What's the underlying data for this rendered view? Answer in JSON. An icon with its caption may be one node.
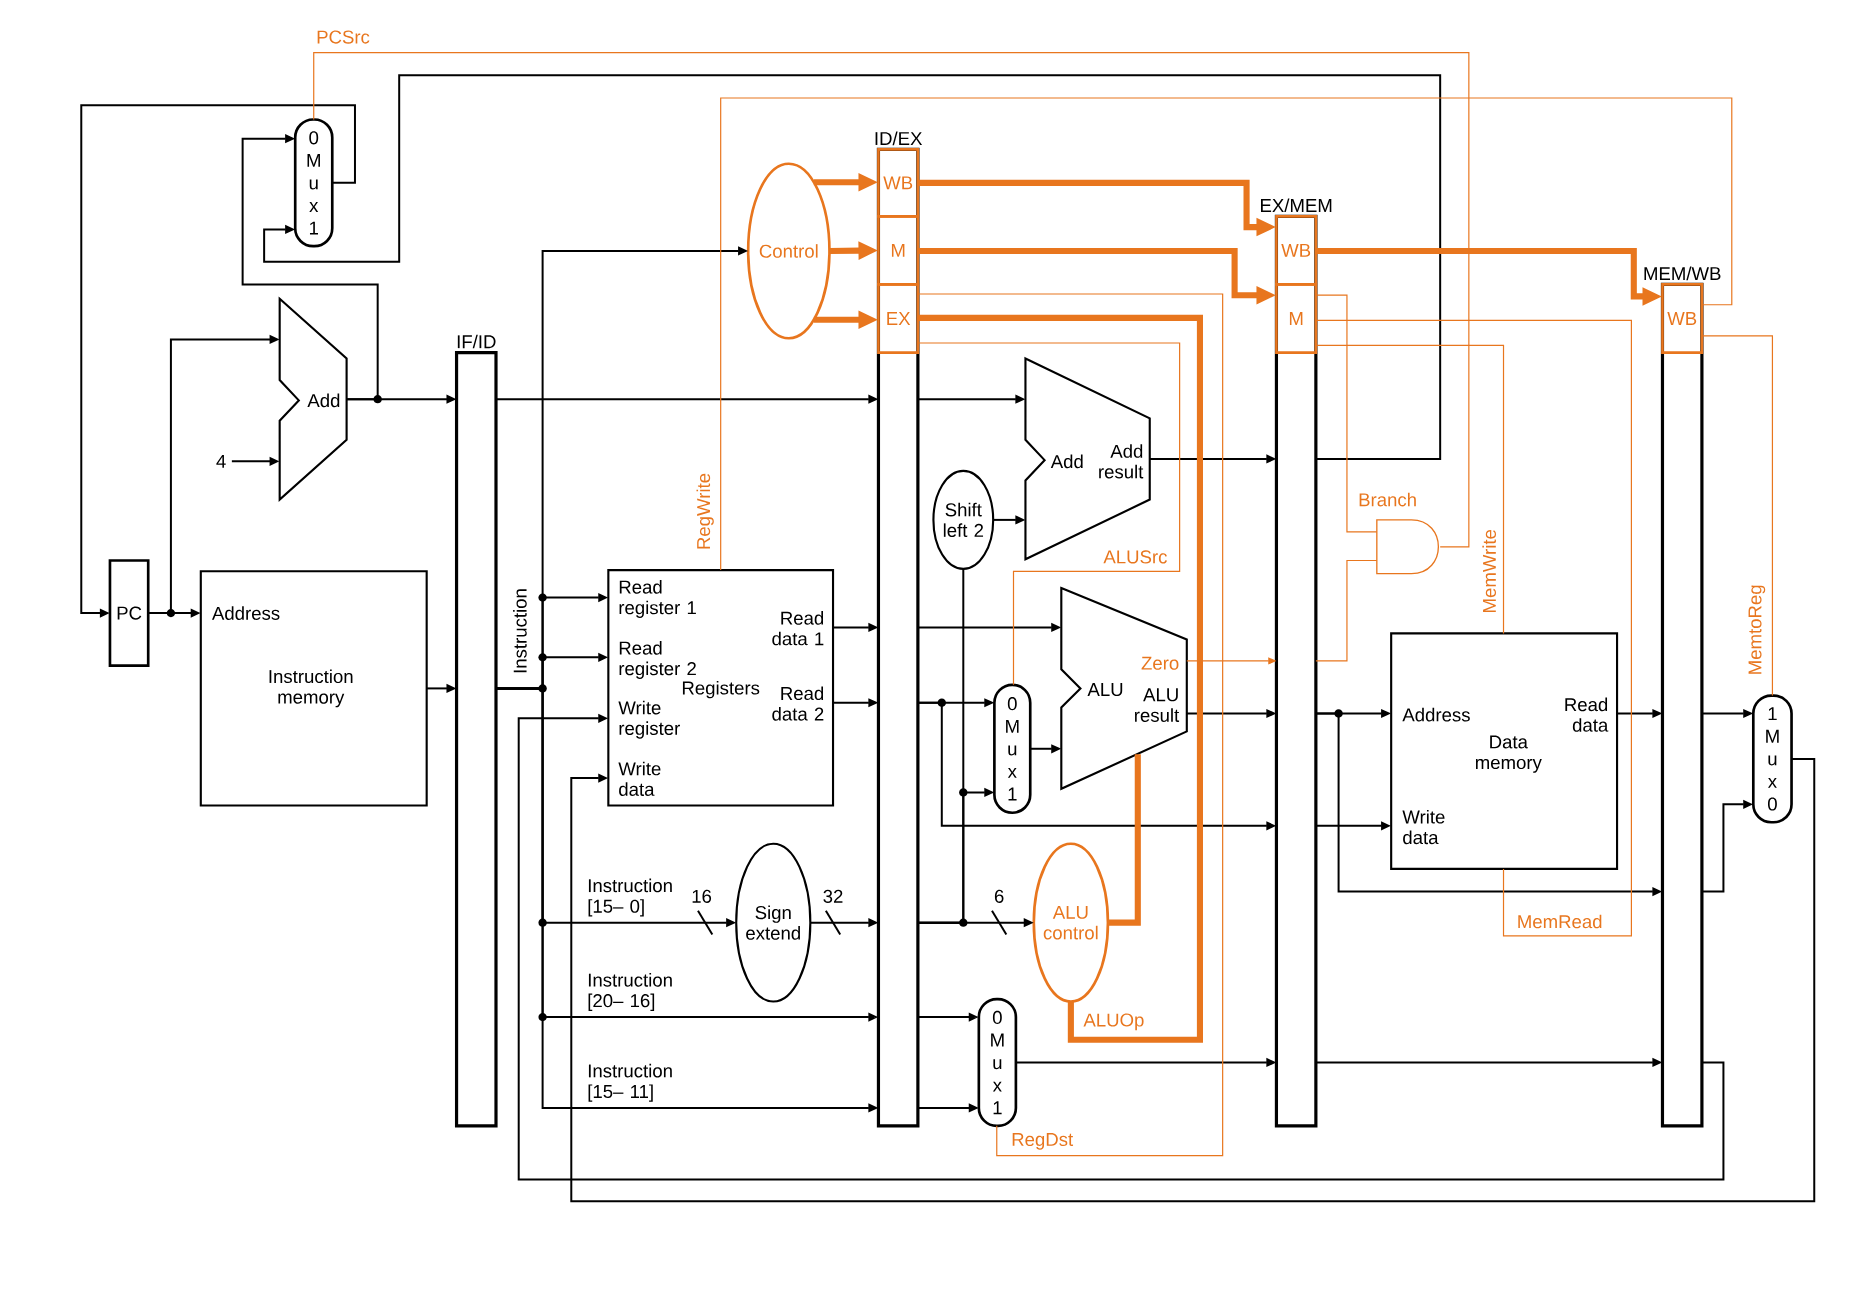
{
  "diagram": {
    "nodes": [
      {
        "text": [
          "PC"
        ]
      },
      {
        "text": [
          "Address",
          "Instruction memory"
        ]
      },
      {
        "text": [
          "Add"
        ]
      },
      {
        "text": [
          "0",
          "M",
          "u",
          "x",
          "1"
        ]
      },
      {
        "text": [
          "4"
        ]
      },
      {
        "text": [
          "IF/ID"
        ]
      },
      {
        "text": [
          "Control"
        ]
      },
      {
        "text": [
          "ID/EX"
        ]
      },
      {
        "text": [
          "WB"
        ],
        "in": 7
      },
      {
        "text": [
          "M"
        ],
        "in": 7
      },
      {
        "text": [
          "EX"
        ],
        "in": 7
      },
      {
        "text": [
          "Read register 1",
          "Read register 2",
          "Registers",
          "Write register",
          "Write data",
          "Read data 1",
          "Read data 2"
        ]
      },
      {
        "text": [
          "Sign extend"
        ]
      },
      {
        "text": [
          "Shift left 2"
        ]
      },
      {
        "text": [
          "Add",
          "Add result"
        ]
      },
      {
        "text": [
          "ALU",
          "Zero",
          "ALU result"
        ]
      },
      {
        "text": [
          "0",
          "M",
          "u",
          "x",
          "1"
        ]
      },
      {
        "text": [
          "ALU control"
        ]
      },
      {
        "text": [
          "0",
          "M",
          "u",
          "x",
          "1"
        ]
      },
      {
        "text": [
          "EX/MEM"
        ]
      },
      {
        "text": [
          "WB"
        ],
        "in": 19
      },
      {
        "text": [
          "M"
        ],
        "in": 19
      },
      {
        "text": [],
        "shape": "gate"
      },
      {
        "text": [
          "Address",
          "Data memory",
          "Read data",
          "Write data"
        ]
      },
      {
        "text": [
          "MEM/WB"
        ]
      },
      {
        "text": [
          "WB"
        ],
        "in": 24
      },
      {
        "text": [
          "1",
          "M",
          "u",
          "x",
          "0"
        ]
      }
    ],
    "edges": [
      {
        "from": 3,
        "to": 0,
        "arrow": "to"
      },
      {
        "from": 0,
        "to": 1,
        "arrow": "to"
      },
      {
        "from": 0,
        "to": 2,
        "arrow": "to"
      },
      {
        "from": 4,
        "to": 2,
        "arrow": "to"
      },
      {
        "from": 2,
        "to": 5,
        "arrow": "to"
      },
      {
        "from": 2,
        "to": 3,
        "arrow": "to"
      },
      {
        "from": 1,
        "to": 5,
        "arrow": "to"
      },
      {
        "from": 5,
        "to": 7,
        "arrow": "to"
      },
      {
        "from": 5,
        "to": 6,
        "arrow": "to"
      },
      {
        "from": 5,
        "to": 11,
        "arrow": "to"
      },
      {
        "from": 5,
        "to": 11,
        "arrow": "to"
      },
      {
        "from": 5,
        "to": 12,
        "arrow": "to",
        "label": "Instruction [15– 0]"
      },
      {
        "from": 5,
        "to": 7,
        "arrow": "to",
        "label": "Instruction [20– 16]"
      },
      {
        "from": 5,
        "to": 7,
        "arrow": "to",
        "label": "Instruction [15– 11]"
      },
      {
        "from": 11,
        "to": 7,
        "arrow": "to"
      },
      {
        "from": 11,
        "to": 7,
        "arrow": "to"
      },
      {
        "from": 12,
        "to": 7,
        "arrow": "to"
      },
      {
        "from": 7,
        "to": 14,
        "arrow": "to"
      },
      {
        "from": 7,
        "to": 13,
        "arrow": "none"
      },
      {
        "from": 13,
        "to": 14,
        "arrow": "to"
      },
      {
        "from": 14,
        "to": 19,
        "arrow": "to"
      },
      {
        "from": 7,
        "to": 15,
        "arrow": "to"
      },
      {
        "from": 7,
        "to": 16,
        "arrow": "to"
      },
      {
        "from": 7,
        "to": 16,
        "arrow": "to"
      },
      {
        "from": 7,
        "to": 17,
        "arrow": "to"
      },
      {
        "from": 16,
        "to": 15,
        "arrow": "to"
      },
      {
        "from": 15,
        "to": 19,
        "arrow": "to"
      },
      {
        "from": 15,
        "to": 19,
        "arrow": "to",
        "color": "#e8761e"
      },
      {
        "from": 7,
        "to": 19,
        "arrow": "to"
      },
      {
        "from": 7,
        "to": 18,
        "arrow": "to"
      },
      {
        "from": 7,
        "to": 18,
        "arrow": "to"
      },
      {
        "from": 18,
        "to": 19,
        "arrow": "to"
      },
      {
        "from": 19,
        "to": 3,
        "arrow": "to"
      },
      {
        "from": 19,
        "to": 23,
        "arrow": "to"
      },
      {
        "from": 19,
        "to": 23,
        "arrow": "to"
      },
      {
        "from": 19,
        "to": 24,
        "arrow": "to"
      },
      {
        "from": 23,
        "to": 24,
        "arrow": "to"
      },
      {
        "from": 19,
        "to": 24,
        "arrow": "to"
      },
      {
        "from": 24,
        "to": 26,
        "arrow": "to"
      },
      {
        "from": 24,
        "to": 26,
        "arrow": "to"
      },
      {
        "from": 24,
        "to": 11,
        "arrow": "to"
      },
      {
        "from": 26,
        "to": 11,
        "arrow": "to"
      },
      {
        "from": 6,
        "to": 8,
        "arrow": "to",
        "style": "thick",
        "color": "#e8761e"
      },
      {
        "from": 6,
        "to": 9,
        "arrow": "to",
        "style": "thick",
        "color": "#e8761e"
      },
      {
        "from": 6,
        "to": 10,
        "arrow": "to",
        "style": "thick",
        "color": "#e8761e"
      },
      {
        "from": 8,
        "to": 20,
        "arrow": "to",
        "style": "thick",
        "color": "#e8761e"
      },
      {
        "from": 9,
        "to": 21,
        "arrow": "to",
        "style": "thick",
        "color": "#e8761e"
      },
      {
        "from": 20,
        "to": 25,
        "arrow": "to",
        "style": "thick",
        "color": "#e8761e"
      },
      {
        "from": 10,
        "to": 17,
        "arrow": "none",
        "style": "thick",
        "color": "#e8761e",
        "label": "ALUOp"
      },
      {
        "from": 10,
        "to": 16,
        "arrow": "none",
        "color": "#e8761e",
        "label": "ALUSrc"
      },
      {
        "from": 10,
        "to": 18,
        "arrow": "none",
        "color": "#e8761e",
        "label": "RegDst"
      },
      {
        "from": 17,
        "to": 15,
        "arrow": "none",
        "style": "thick",
        "color": "#e8761e"
      },
      {
        "from": 21,
        "to": 22,
        "arrow": "none",
        "color": "#e8761e",
        "label": "Branch"
      },
      {
        "from": 19,
        "to": 22,
        "arrow": "none",
        "color": "#e8761e"
      },
      {
        "from": 22,
        "to": 3,
        "arrow": "none",
        "color": "#e8761e",
        "label": "PCSrc"
      },
      {
        "from": 21,
        "to": 23,
        "arrow": "none",
        "color": "#e8761e",
        "label": "MemWrite"
      },
      {
        "from": 21,
        "to": 23,
        "arrow": "none",
        "color": "#e8761e",
        "label": "MemRead"
      },
      {
        "from": 25,
        "to": 26,
        "arrow": "none",
        "color": "#e8761e",
        "label": "MemtoReg"
      },
      {
        "from": 25,
        "to": 11,
        "arrow": "none",
        "color": "#e8761e",
        "label": "RegWrite"
      }
    ],
    "labels": [
      "Instruction",
      "16",
      "32",
      "6"
    ]
  }
}
